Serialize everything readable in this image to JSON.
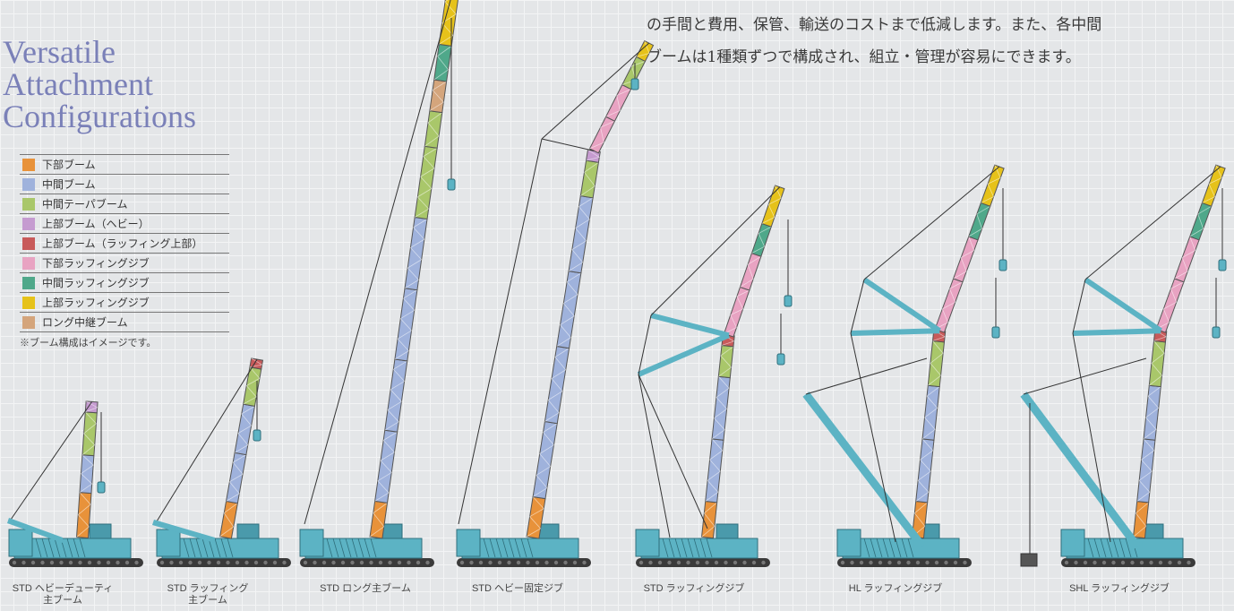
{
  "title": {
    "line1": "Versatile",
    "line2": "Attachment",
    "line3": "Configurations"
  },
  "intro": {
    "line1": "の手間と費用、保管、輸送のコストまで低減します。また、各中間",
    "line2": "ブームは1種類ずつで構成され、組立・管理が容易にできます。"
  },
  "legend": [
    {
      "label": "下部ブーム",
      "color": "#e8923a"
    },
    {
      "label": "中間ブーム",
      "color": "#9fb2dc"
    },
    {
      "label": "中間テーパブーム",
      "color": "#a9c76a"
    },
    {
      "label": "上部ブーム（ヘビー）",
      "color": "#c59bd0"
    },
    {
      "label": "上部ブーム（ラッフィング上部）",
      "color": "#c85a5a"
    },
    {
      "label": "下部ラッフィングジブ",
      "color": "#e8a3c2"
    },
    {
      "label": "中間ラッフィングジブ",
      "color": "#4fa88a"
    },
    {
      "label": "上部ラッフィングジブ",
      "color": "#e6c21a"
    },
    {
      "label": "ロング中継ブーム",
      "color": "#d4a57c"
    }
  ],
  "note": "※ブーム構成はイメージです。",
  "captions": [
    {
      "line1": "STD ヘビーデューティ",
      "line2": "主ブーム"
    },
    {
      "line1": "STD ラッフィング",
      "line2": "主ブーム"
    },
    {
      "line1": "STD ロング主ブーム",
      "line2": ""
    },
    {
      "line1": "STD ヘビー固定ジブ",
      "line2": ""
    },
    {
      "line1": "STD ラッフィングジブ",
      "line2": ""
    },
    {
      "line1": "HL ラッフィングジブ",
      "line2": ""
    },
    {
      "line1": "SHL ラッフィングジブ",
      "line2": ""
    }
  ],
  "crane_colors": {
    "body": "#5cb3c4",
    "crawler": "#3a3a3a",
    "rope": "#333333"
  }
}
